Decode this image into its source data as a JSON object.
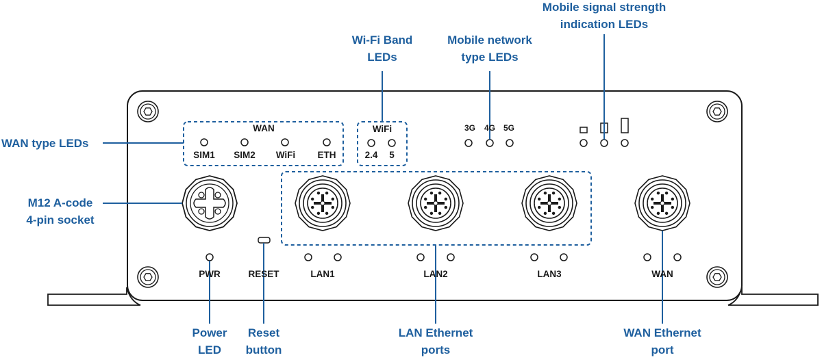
{
  "colors": {
    "callout_text": "#1e5f9e",
    "leader_line": "#1e5f9e",
    "group_outline": "#1e5f9e",
    "device_outline": "#1a1a1a"
  },
  "callouts": {
    "wan_type": "WAN type LEDs",
    "m12_line1": "M12 A-code",
    "m12_line2": "4-pin socket",
    "wifi_band_line1": "Wi-Fi Band",
    "wifi_band_line2": "LEDs",
    "mobile_type_line1": "Mobile network",
    "mobile_type_line2": "type LEDs",
    "signal_line1": "Mobile signal strength",
    "signal_line2": "indication LEDs",
    "power_line1": "Power",
    "power_line2": "LED",
    "reset_line1": "Reset",
    "reset_line2": "button",
    "lan_line1": "LAN Ethernet",
    "lan_line2": "ports",
    "wan_port_line1": "WAN Ethernet",
    "wan_port_line2": "port"
  },
  "panel": {
    "wan_group_title": "WAN",
    "wan_leds": [
      "SIM1",
      "SIM2",
      "WiFi",
      "ETH"
    ],
    "wifi_group_title": "WiFi",
    "wifi_leds": [
      "2.4",
      "5"
    ],
    "mobile_leds": [
      "3G",
      "4G",
      "5G"
    ],
    "power_label": "PWR",
    "reset_label": "RESET",
    "port_labels": [
      "LAN1",
      "LAN2",
      "LAN3",
      "WAN"
    ]
  },
  "icons": {
    "screw": "hex-screw-icon",
    "m12_power": "m12-power-socket-icon",
    "m12_ethernet": "m12-ethernet-port-icon",
    "led": "led-indicator-icon",
    "signal_bar": "signal-bar-icon"
  }
}
